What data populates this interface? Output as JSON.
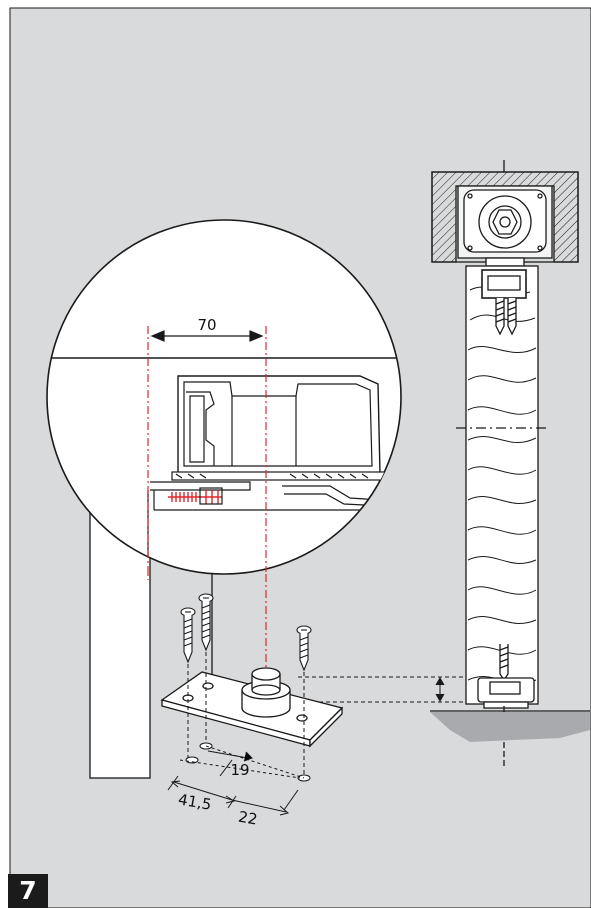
{
  "figure": {
    "step_number": "7",
    "colors": {
      "background": "#d9dadb",
      "line": "#1a1a1a",
      "accent_red": "#e0262b",
      "floor_shadow": "#a8aaad",
      "badge": "#1b1b1b"
    }
  },
  "detail": {
    "spacing_label": "70"
  },
  "floor_plate": {
    "hole_spacing_label": "19",
    "width_label": "41,5",
    "offset_label": "22"
  }
}
